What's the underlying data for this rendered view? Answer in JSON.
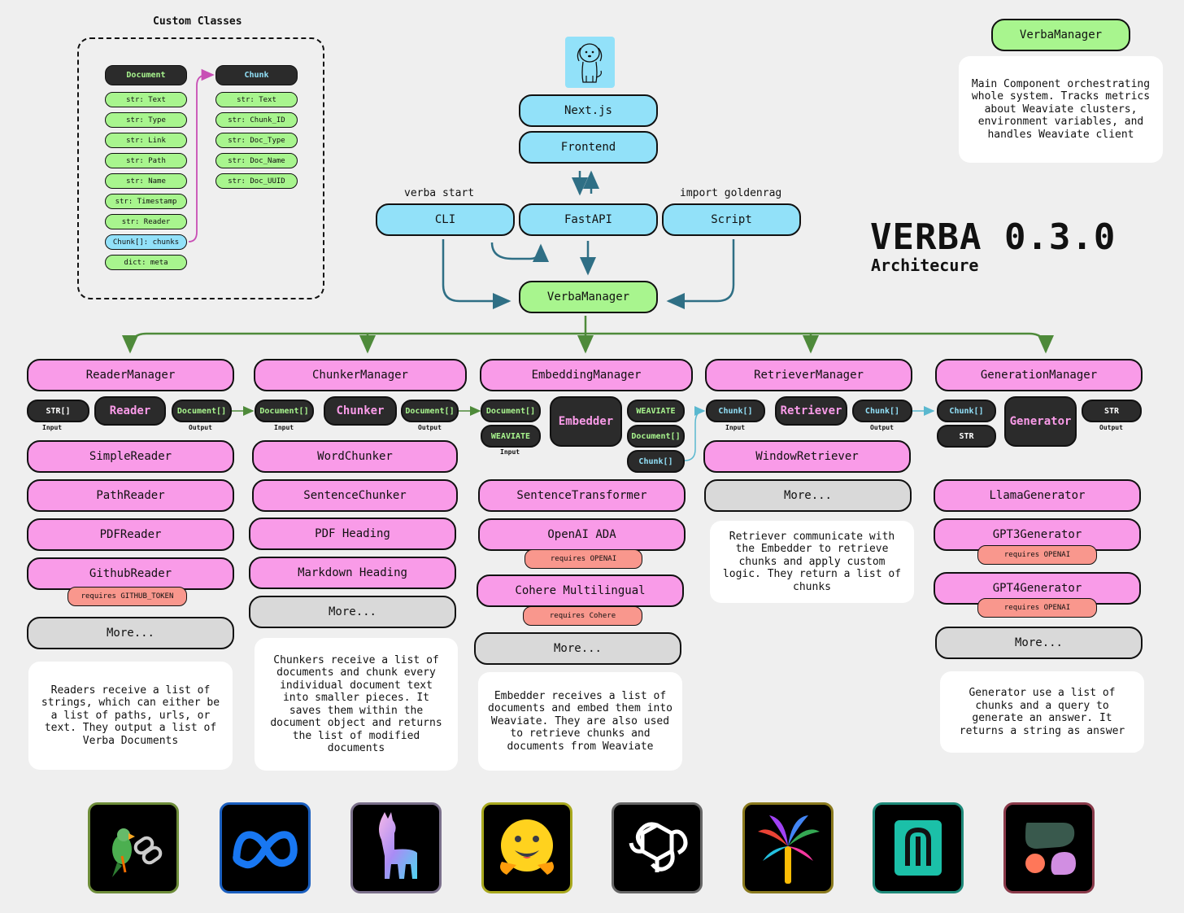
{
  "custom_classes": {
    "title": "Custom Classes",
    "document": {
      "name": "Document",
      "fields": [
        "str: Text",
        "str: Type",
        "str: Link",
        "str: Path",
        "str: Name",
        "str: Timestamp",
        "str: Reader",
        "Chunk[]: chunks",
        "dict: meta"
      ]
    },
    "chunk": {
      "name": "Chunk",
      "fields": [
        "str: Text",
        "str: Chunk_ID",
        "str: Doc_Type",
        "str: Doc_Name",
        "str: Doc_UUID"
      ]
    }
  },
  "top": {
    "nextjs": "Next.js",
    "frontend": "Frontend",
    "cli": "CLI",
    "fastapi": "FastAPI",
    "script": "Script",
    "cli_label": "verba start",
    "script_label": "import goldenrag",
    "verba_manager": "VerbaManager"
  },
  "legend": {
    "name": "VerbaManager",
    "description": "Main Component orchestrating whole system. Tracks metrics about Weaviate clusters, environment variables, and handles Weaviate client"
  },
  "heading": {
    "title": "VERBA 0.3.0",
    "subtitle": "Architecure"
  },
  "io": {
    "input": "Input",
    "output": "Output",
    "str_arr": "STR[]",
    "document_arr": "Document[]",
    "weaviate": "WEAVIATE",
    "chunk_arr": "Chunk[]",
    "str": "STR"
  },
  "reader": {
    "manager": "ReaderManager",
    "component": "Reader",
    "items": [
      "SimpleReader",
      "PathReader",
      "PDFReader",
      "GithubReader"
    ],
    "requires_github": "requires GITHUB_TOKEN",
    "more": "More...",
    "note": "Readers receive a list of strings, which can either be a list of paths, urls, or text. They output a list of Verba Documents"
  },
  "chunker": {
    "manager": "ChunkerManager",
    "component": "Chunker",
    "items": [
      "WordChunker",
      "SentenceChunker",
      "PDF Heading",
      "Markdown Heading"
    ],
    "more": "More...",
    "note": "Chunkers receive a list of documents and chunk every individual document text into smaller pieces. It saves them within the document object and returns the list of modified documents"
  },
  "embedding": {
    "manager": "EmbeddingManager",
    "component": "Embedder",
    "items": [
      "SentenceTransformer",
      "OpenAI ADA",
      "Cohere Multilingual"
    ],
    "requires_openai": "requires OPENAI",
    "requires_cohere": "requires Cohere",
    "more": "More...",
    "note": "Embedder receives a list of documents and embed them into Weaviate. They are also used to retrieve chunks and documents from Weaviate"
  },
  "retriever": {
    "manager": "RetrieverManager",
    "component": "Retriever",
    "items": [
      "WindowRetriever"
    ],
    "more": "More...",
    "note": "Retriever communicate with the Embedder to retrieve chunks and apply custom logic. They return a list of chunks"
  },
  "generation": {
    "manager": "GenerationManager",
    "component": "Generator",
    "items": [
      "LlamaGenerator",
      "GPT3Generator",
      "GPT4Generator"
    ],
    "requires_openai": "requires OPENAI",
    "more": "More...",
    "note": "Generator use a list of chunks and a query to generate an answer. It returns a string as answer"
  },
  "colors": {
    "pink": "#f99be8",
    "blue": "#92e1f9",
    "green": "#a8f58e",
    "gray": "#d9d9d9",
    "salmon": "#f9978d",
    "dark": "#2b2b2b",
    "arrow_blue": "#2f6f85",
    "arrow_green": "#4e8a3a",
    "arrow_pink": "#c84fb5"
  },
  "logos": [
    "parrot-chain-logo",
    "meta-logo",
    "llama-logo",
    "huggingface-logo",
    "openai-logo",
    "palm-logo",
    "haystack-logo",
    "cohere-logo"
  ]
}
